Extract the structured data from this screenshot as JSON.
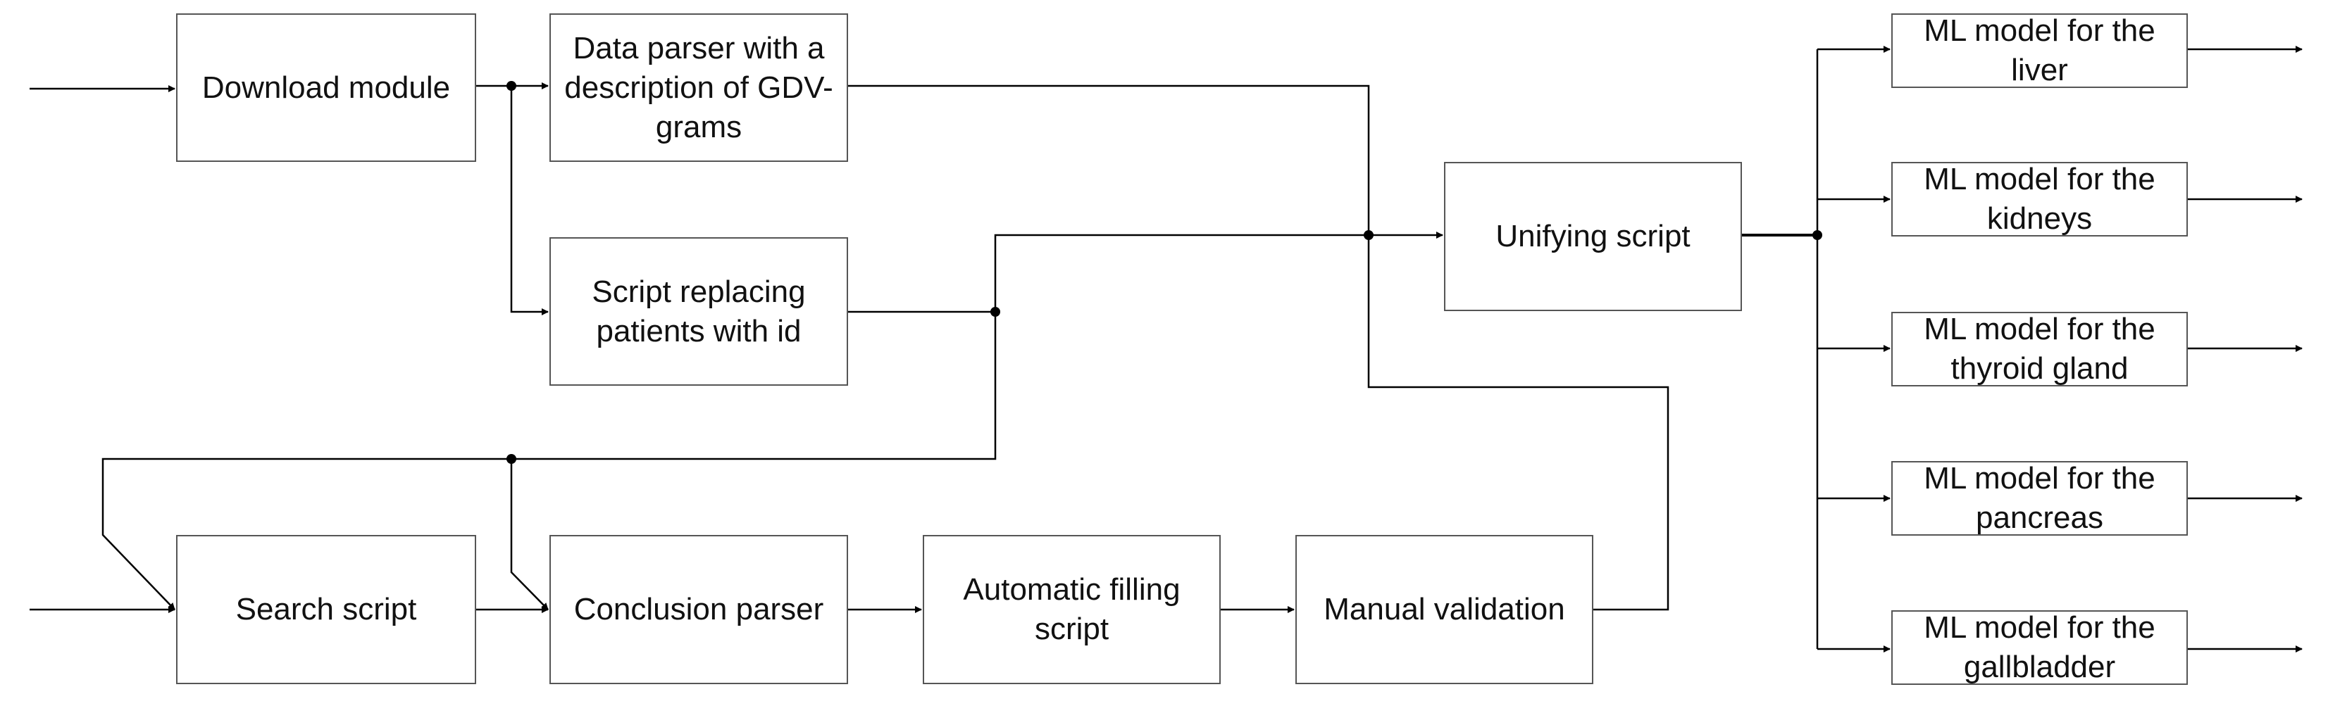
{
  "colors": {
    "line": "#000000",
    "box_border": "#555555",
    "box_fill": "#ffffff",
    "text": "#111111"
  },
  "nodes": [
    {
      "id": "download",
      "label": "Download module"
    },
    {
      "id": "data_parser",
      "label": "Data parser with a description of GDV-grams"
    },
    {
      "id": "script_replacing",
      "label": "Script replacing patients with id"
    },
    {
      "id": "unifying",
      "label": "Unifying script"
    },
    {
      "id": "search",
      "label": "Search script"
    },
    {
      "id": "conclusion",
      "label": "Conclusion parser"
    },
    {
      "id": "auto_fill",
      "label": "Automatic filling script"
    },
    {
      "id": "manual",
      "label": "Manual validation"
    },
    {
      "id": "ml_liver",
      "label": "ML model for the liver"
    },
    {
      "id": "ml_kidneys",
      "label": "ML model for the kidneys"
    },
    {
      "id": "ml_thyroid",
      "label": "ML model for the thyroid gland"
    },
    {
      "id": "ml_pancreas",
      "label": "ML model for the pancreas"
    },
    {
      "id": "ml_gallbladder",
      "label": "ML model for the gallbladder"
    }
  ],
  "edges": [
    {
      "from": "input",
      "to": "download"
    },
    {
      "from": "download",
      "to": "data_parser"
    },
    {
      "from": "download",
      "to": "script_replacing"
    },
    {
      "from": "data_parser",
      "to": "unifying"
    },
    {
      "from": "script_replacing",
      "to": "unifying"
    },
    {
      "from": "script_replacing",
      "to": "search"
    },
    {
      "from": "script_replacing",
      "to": "conclusion"
    },
    {
      "from": "input",
      "to": "search"
    },
    {
      "from": "search",
      "to": "conclusion"
    },
    {
      "from": "conclusion",
      "to": "auto_fill"
    },
    {
      "from": "auto_fill",
      "to": "manual"
    },
    {
      "from": "manual",
      "to": "unifying"
    },
    {
      "from": "unifying",
      "to": "ml_liver"
    },
    {
      "from": "unifying",
      "to": "ml_kidneys"
    },
    {
      "from": "unifying",
      "to": "ml_thyroid"
    },
    {
      "from": "unifying",
      "to": "ml_pancreas"
    },
    {
      "from": "unifying",
      "to": "ml_gallbladder"
    },
    {
      "from": "ml_liver",
      "to": "output"
    },
    {
      "from": "ml_kidneys",
      "to": "output"
    },
    {
      "from": "ml_thyroid",
      "to": "output"
    },
    {
      "from": "ml_pancreas",
      "to": "output"
    },
    {
      "from": "ml_gallbladder",
      "to": "output"
    }
  ]
}
